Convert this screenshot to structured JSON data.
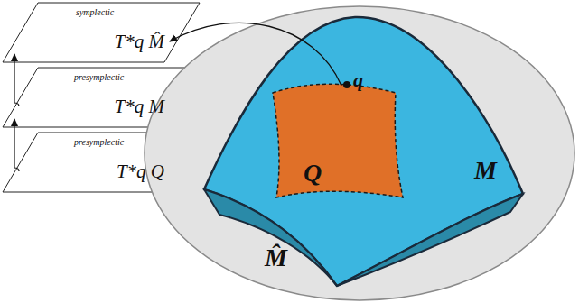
{
  "diagram": {
    "nodes": [
      {
        "text": [
          "symplectic",
          "T*q M̂"
        ]
      },
      {
        "text": [
          "presymplectic",
          "T*q M"
        ]
      },
      {
        "text": [
          "presymplectic",
          "T*q Q"
        ]
      },
      {
        "text": [
          "M̂"
        ]
      },
      {
        "text": [
          "M"
        ],
        "in": 3
      },
      {
        "text": [
          "Q"
        ],
        "in": 4
      }
    ],
    "edges": [
      {
        "from": 5,
        "to": 0,
        "arrow": "to"
      },
      {
        "from": 2,
        "to": 1,
        "arrow": "to"
      },
      {
        "from": 1,
        "to": 0,
        "arrow": "to"
      }
    ],
    "labels": [
      "q"
    ]
  }
}
